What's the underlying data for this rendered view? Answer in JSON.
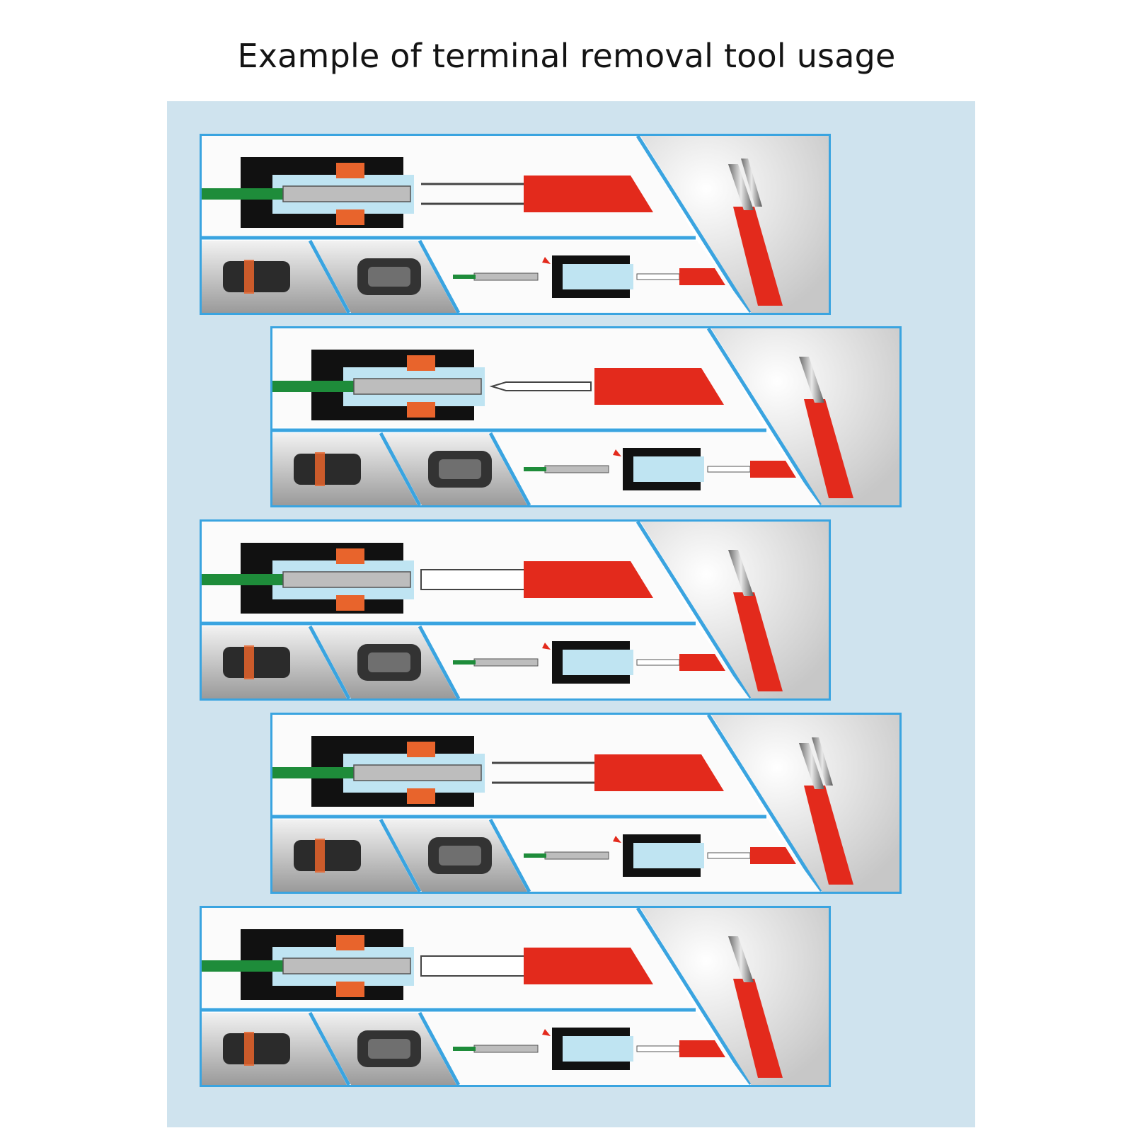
{
  "title": "Example of terminal removal tool usage",
  "colors": {
    "background": "#cfe3ee",
    "frame": "#3aa4e0",
    "panel": "#fbfbfb",
    "photo": "#d9d9d9",
    "housing": "#111111",
    "insulator": "#bfe4f2",
    "seal": "#e8642c",
    "wire": "#1e8c3a",
    "terminal": "#bdbdbd",
    "tool_handle": "#e32a1c",
    "arrow": "#e32a1c"
  },
  "icons": {
    "connector-diagram": "cross-section",
    "removal-tool": "probe",
    "photo": "connector-photo"
  },
  "rows": [
    {
      "id": 1,
      "tool_tip": "split-fork"
    },
    {
      "id": 2,
      "tool_tip": "flat-blade"
    },
    {
      "id": 3,
      "tool_tip": "hollow-tube"
    },
    {
      "id": 4,
      "tool_tip": "split-fork"
    },
    {
      "id": 5,
      "tool_tip": "hollow-tube"
    }
  ]
}
